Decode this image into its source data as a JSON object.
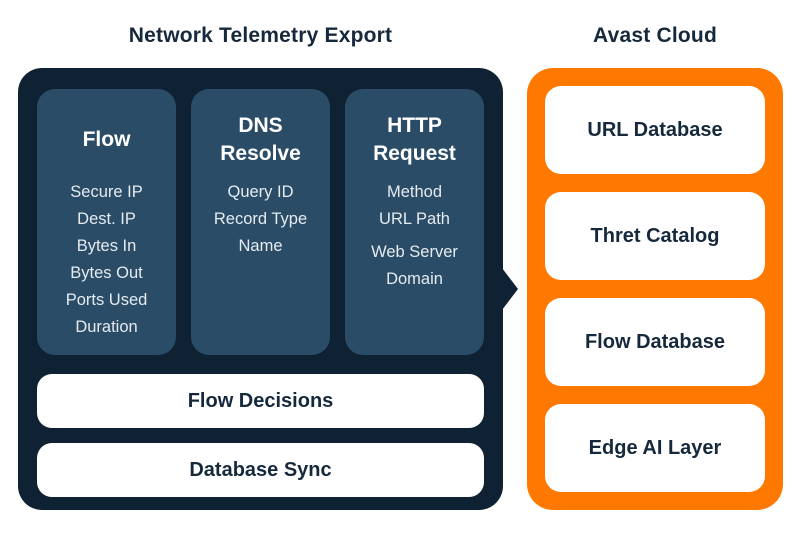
{
  "titles": {
    "telemetry": "Network Telemetry Export",
    "cloud": "Avast Cloud"
  },
  "telemetry": {
    "panels": [
      {
        "title": "Flow",
        "items": [
          "Secure IP",
          "Dest. IP",
          "Bytes In",
          "Bytes Out",
          "Ports Used",
          "Duration"
        ]
      },
      {
        "title": "DNS Resolve",
        "items": [
          "Query ID",
          "Record Type",
          "Name"
        ]
      },
      {
        "title": "HTTP Request",
        "items": [
          "Method",
          "URL Path",
          "Web Server Domain"
        ]
      }
    ],
    "bars": [
      "Flow Decisions",
      "Database Sync"
    ]
  },
  "cloud": {
    "boxes": [
      "URL Database",
      "Thret Catalog",
      "Flow Database",
      "Edge AI Layer"
    ]
  },
  "colors": {
    "background": "#ffffff",
    "navy_container": "#0f2233",
    "navy_panel": "#2b4c66",
    "heading_text": "#16293c",
    "panel_item_text": "#e4ebf1",
    "orange_container": "#ff7800",
    "card_background": "#ffffff"
  }
}
